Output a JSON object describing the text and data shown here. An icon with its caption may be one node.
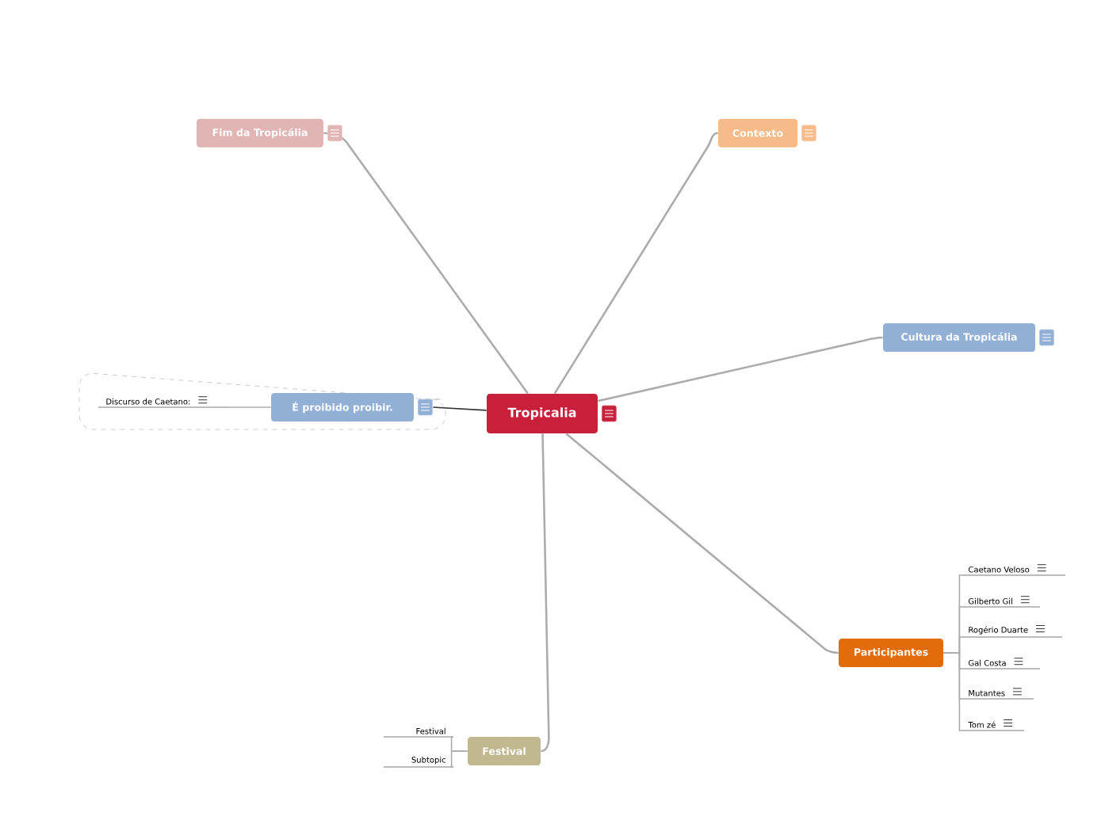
{
  "diagram": {
    "nodes": [
      {
        "text": [
          "Tropicalia"
        ]
      },
      {
        "text": [
          "Fim da Tropicália"
        ]
      },
      {
        "text": [
          "Contexto"
        ]
      },
      {
        "text": [
          "Cultura da Tropicália"
        ]
      },
      {
        "text": [
          "É proibido proibir."
        ]
      },
      {
        "text": [
          "Discurso de Caetano:"
        ]
      },
      {
        "text": [
          "Participantes"
        ]
      },
      {
        "text": [
          "Caetano Veloso"
        ]
      },
      {
        "text": [
          "Gilberto Gil"
        ]
      },
      {
        "text": [
          "Rogério Duarte"
        ]
      },
      {
        "text": [
          "Gal Costa"
        ]
      },
      {
        "text": [
          "Mutantes"
        ]
      },
      {
        "text": [
          "Tom zé"
        ]
      },
      {
        "text": [
          "Festival"
        ]
      },
      {
        "text": [
          "Festival"
        ]
      },
      {
        "text": [
          "Subtopic"
        ]
      }
    ],
    "edges": [
      {
        "from": 0,
        "to": 1,
        "arrow": "none"
      },
      {
        "from": 0,
        "to": 2,
        "arrow": "none"
      },
      {
        "from": 0,
        "to": 3,
        "arrow": "none"
      },
      {
        "from": 0,
        "to": 4,
        "arrow": "none",
        "color": "#333333"
      },
      {
        "from": 0,
        "to": 6,
        "arrow": "none"
      },
      {
        "from": 0,
        "to": 13,
        "arrow": "none"
      },
      {
        "from": 4,
        "to": 5,
        "arrow": "none"
      },
      {
        "from": 6,
        "to": 7,
        "arrow": "none"
      },
      {
        "from": 6,
        "to": 8,
        "arrow": "none"
      },
      {
        "from": 6,
        "to": 9,
        "arrow": "none"
      },
      {
        "from": 6,
        "to": 10,
        "arrow": "none"
      },
      {
        "from": 6,
        "to": 11,
        "arrow": "none"
      },
      {
        "from": 6,
        "to": 12,
        "arrow": "none"
      },
      {
        "from": 13,
        "to": 14,
        "arrow": "none"
      },
      {
        "from": 13,
        "to": 15,
        "arrow": "none"
      }
    ]
  }
}
